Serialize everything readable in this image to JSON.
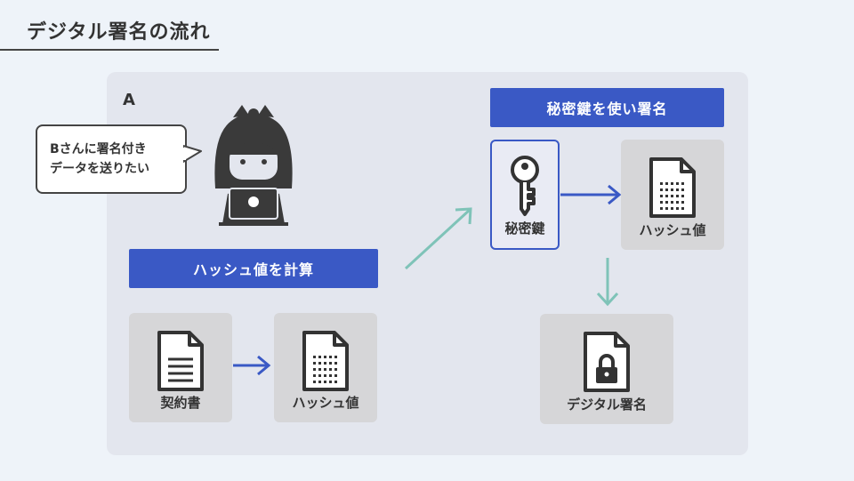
{
  "page": {
    "title": "デジタル署名の流れ"
  },
  "panel": {
    "label": "A"
  },
  "bubble": {
    "line1": "Bさんに署名付き",
    "line2": "データを送りたい"
  },
  "banners": {
    "hash_calc": "ハッシュ値を計算",
    "sign_with_key": "秘密鍵を使い署名"
  },
  "cards": {
    "contract": "契約書",
    "hash_left": "ハッシュ値",
    "private_key": "秘密鍵",
    "hash_right": "ハッシュ値",
    "digital_signature": "デジタル署名"
  },
  "colors": {
    "accent_blue": "#3a59c5",
    "teal_arrow": "#7fc3b8",
    "icon_dark": "#3a3a3a"
  }
}
